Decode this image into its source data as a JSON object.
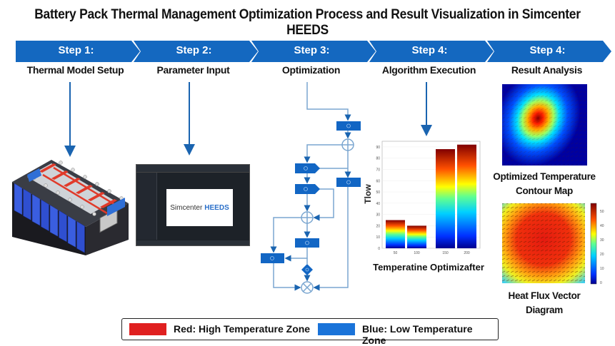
{
  "title": "Battery Pack Thermal Management Optimization Process and Result Visualization in Simcenter HEEDS",
  "colors": {
    "banner": "#1468c0",
    "arrow": "#1a64b0",
    "red": "#e02020",
    "blue": "#1a73d9"
  },
  "steps": [
    {
      "label": "Step 1:",
      "sub": "Thermal Model Setup"
    },
    {
      "label": "Step 2:",
      "sub": "Parameter Input"
    },
    {
      "label": "Step 3:",
      "sub": "Optimization"
    },
    {
      "label": "Step 4:",
      "sub": "Algorithm Execution"
    },
    {
      "label": "Step 4:",
      "sub": "Result Analysis"
    }
  ],
  "software": {
    "name_part1": "Simcenter",
    "name_part2": "HEEDS"
  },
  "chart_data": {
    "type": "bar",
    "categories": [
      "50",
      "100",
      "150",
      "200"
    ],
    "values": [
      25,
      20,
      88,
      92
    ],
    "xlabel": "Temperatine Optimizafter",
    "ylabel": "Tlow",
    "ylim": [
      0,
      95
    ],
    "yticks": [
      "0",
      "10",
      "20",
      "30",
      "40",
      "50",
      "60",
      "70",
      "80",
      "90"
    ]
  },
  "results": {
    "contour_caption": [
      "Optimized Temperature",
      "Contour Map"
    ],
    "vector_caption": [
      "Heat Flux Vector",
      "Diagram"
    ],
    "colorbar_ticks": [
      "0",
      "10",
      "20",
      "30",
      "40",
      "50"
    ]
  },
  "legend": {
    "high": "Red: High Temperature Zone",
    "low": "Blue: Low Temperature Zone"
  }
}
